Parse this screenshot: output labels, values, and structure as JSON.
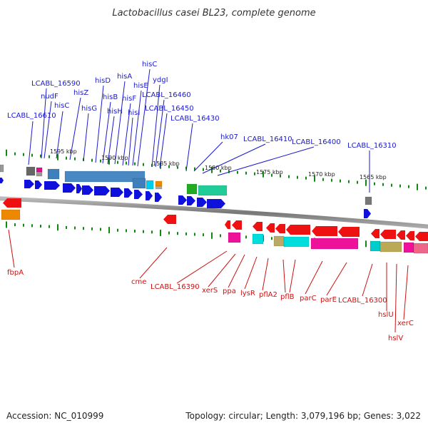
{
  "title": "Lactobacillus casei BL23, complete genome",
  "footer": {
    "accession": "Accession: NC_010999",
    "summary": "Topology: circular; Length: 3,079,196 bp; Genes: 3,022"
  },
  "scale_labels": [
    "1595 kbp",
    "1590 kbp",
    "1585 kbp",
    "1580 kbp",
    "1575 kbp",
    "1570 kbp",
    "1565 kbp"
  ],
  "genes_forward": [
    "LCABL_16610",
    "LCABL_16590",
    "nudF",
    "hisC",
    "hisZ",
    "hisG",
    "hisD",
    "hisH",
    "hisB",
    "hisA",
    "hisF",
    "hisI",
    "hisE",
    "hisC",
    "ydgI",
    "LCABL_16460",
    "LCABL_16450",
    "LCABL_16430",
    "hk07",
    "LCABL_16410",
    "LCABL_16400",
    "LCABL_16310"
  ],
  "genes_reverse": [
    "fbpA",
    "cme",
    "LCABL_16390",
    "xerS",
    "ppa",
    "lysR",
    "pflA2",
    "pflB",
    "parC",
    "parE",
    "LCABL_16300",
    "hslU",
    "hslV",
    "xerC"
  ],
  "colors": {
    "forward_cds": "#1010dd",
    "reverse_cds": "#ee1111",
    "backbone": "#888888",
    "tick": "#118811",
    "forward_label": "#1a1acc",
    "reverse_label": "#cc1111"
  }
}
